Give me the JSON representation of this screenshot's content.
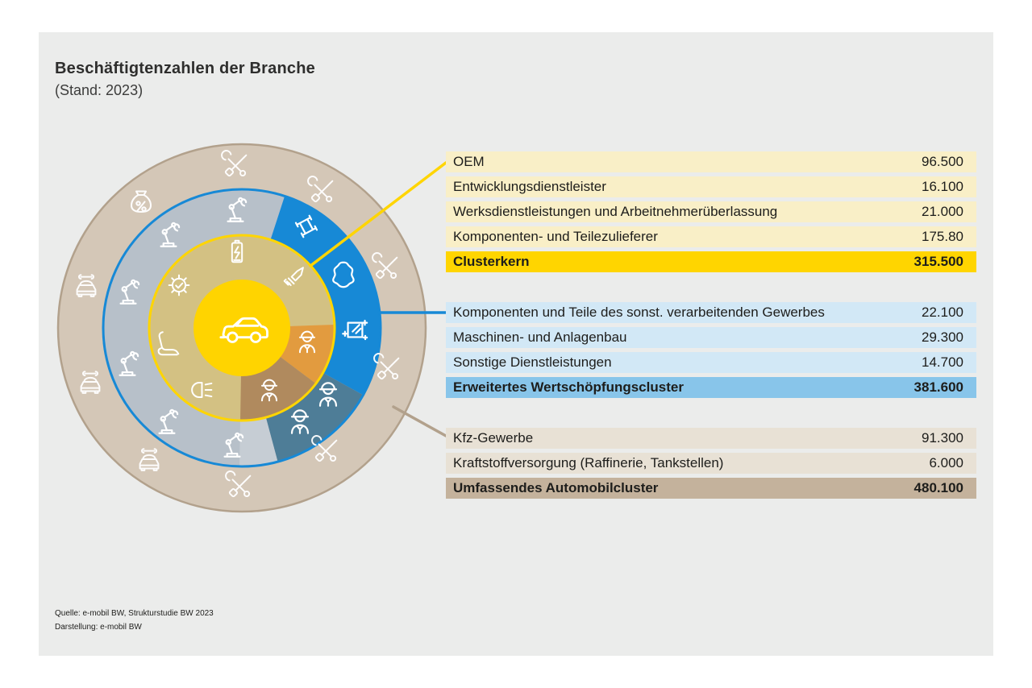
{
  "header": {
    "title": "Beschäftigtenzahlen der Branche",
    "subtitle": "(Stand: 2023)"
  },
  "tables": [
    {
      "name": "Clusterkern",
      "rows": [
        {
          "label": "OEM",
          "value": "96.500"
        },
        {
          "label": "Entwicklungsdienstleister",
          "value": "16.100"
        },
        {
          "label": "Werksdienstleistungen und Arbeitnehmerüberlassung",
          "value": "21.000"
        },
        {
          "label": "Komponenten- und Teilezulieferer",
          "value": "175.80"
        }
      ],
      "total": {
        "label": "Clusterkern",
        "value": "315.500"
      }
    },
    {
      "name": "Erweitertes Wertschöpfungscluster",
      "rows": [
        {
          "label": "Komponenten und Teile des sonst. verarbeitenden Gewerbes",
          "value": "22.100"
        },
        {
          "label": "Maschinen- und Anlagenbau",
          "value": "29.300"
        },
        {
          "label": "Sonstige Dienstleistungen",
          "value": "14.700"
        }
      ],
      "total": {
        "label": "Erweitertes Wertschöpfungscluster",
        "value": "381.600"
      }
    },
    {
      "name": "Umfassendes Automobilcluster",
      "rows": [
        {
          "label": "Kfz-Gewerbe",
          "value": "91.300"
        },
        {
          "label": "Kraftstoffversorgung (Raffinerie, Tankstellen)",
          "value": "6.000"
        }
      ],
      "total": {
        "label": "Umfassendes Automobilcluster",
        "value": "480.100"
      }
    }
  ],
  "footer": {
    "source": "Quelle: e-mobil BW, Strukturstudie BW 2023",
    "credit": "Darstellung: e-mobil BW"
  },
  "colors": {
    "page_bg": "#ffffff",
    "panel_bg": "#ebeceb",
    "text": "#1d1d1b",
    "accent_yellow": "#ffd500",
    "row_yellow": "#f9efc7",
    "accent_blue": "#1789d6",
    "row_blue": "#d2e8f6",
    "total_blue": "#88c5ea",
    "ring_tan": "#d4c7b7",
    "ring_tan_border": "#b2a18c",
    "row_tan": "#e8e1d5",
    "total_tan": "#c4b29c",
    "ring_gray": "#b7c0c9",
    "ring_gray_light": "#c6cdd4",
    "ring_khaki": "#d3c183",
    "wedge_orange": "#e29b3f",
    "wedge_brown": "#b08a5e",
    "wedge_teal": "#4e7d97",
    "center_yellow": "#ffd400",
    "icon_white": "#ffffff"
  },
  "diagram": {
    "rings": [
      {
        "name": "Umfassendes Automobilcluster",
        "color": "#d4c7b7"
      },
      {
        "name": "Erweitertes Wertschöpfungscluster",
        "color": "#b7c0c9"
      },
      {
        "name": "Clusterkern",
        "color": "#d3c183"
      },
      {
        "name": "Kern",
        "color": "#ffd400"
      }
    ],
    "icons": [
      "crossed-tools",
      "car-service",
      "money-bag-percent",
      "robot-arm",
      "steel-beam",
      "leather-hide",
      "glass-pane",
      "worker",
      "battery",
      "gear-check",
      "car-seat",
      "headlight",
      "milling-tool",
      "car-side"
    ]
  },
  "chart_data": {
    "type": "pie",
    "title": "Beschäftigtenzahlen der Branche (Stand: 2023)",
    "legend_position": "right",
    "groups": [
      {
        "name": "Clusterkern",
        "total": "315.500",
        "color": "#ffd500",
        "segments": [
          [
            "OEM",
            "96.500"
          ],
          [
            "Entwicklungsdienstleister",
            "16.100"
          ],
          [
            "Werksdienstleistungen und Arbeitnehmerüberlassung",
            "21.000"
          ],
          [
            "Komponenten- und Teilezulieferer",
            "175.80"
          ]
        ]
      },
      {
        "name": "Erweitertes Wertschöpfungscluster",
        "total": "381.600",
        "color": "#1789d6",
        "segments": [
          [
            "Komponenten und Teile des sonst. verarbeitenden Gewerbes",
            "22.100"
          ],
          [
            "Maschinen- und Anlagenbau",
            "29.300"
          ],
          [
            "Sonstige Dienstleistungen",
            "14.700"
          ]
        ]
      },
      {
        "name": "Umfassendes Automobilcluster",
        "total": "480.100",
        "color": "#d4c7b7",
        "segments": [
          [
            "Kfz-Gewerbe",
            "91.300"
          ],
          [
            "Kraftstoffversorgung (Raffinerie, Tankstellen)",
            "6.000"
          ]
        ]
      }
    ]
  }
}
